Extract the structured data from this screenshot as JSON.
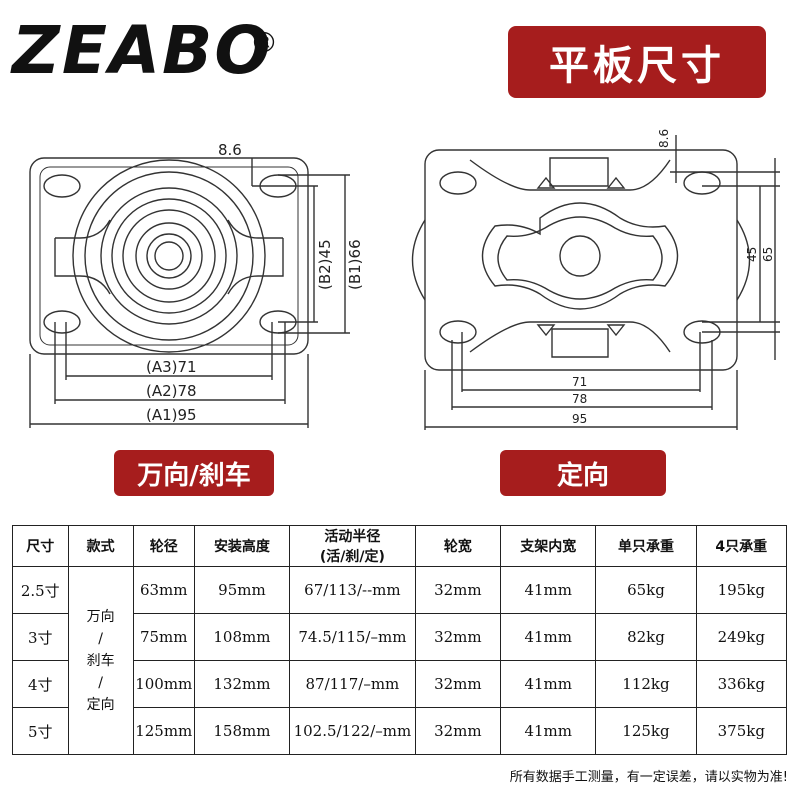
{
  "brand": {
    "name": "ZEABO",
    "registered": "®"
  },
  "titles": {
    "main": "平板尺寸",
    "swivel": "万向/刹车",
    "fixed": "定向"
  },
  "left_dims": {
    "top": "8.6",
    "b2": "(B2)45",
    "b1": "(B1)66",
    "a3": "(A3)71",
    "a2": "(A2)78",
    "a1": "(A1)95"
  },
  "right_dims": {
    "top": "8.6",
    "h45": "45",
    "h65": "65",
    "w71": "71",
    "w78": "78",
    "w95": "95"
  },
  "table": {
    "headers": [
      "尺寸",
      "款式",
      "轮径",
      "安装高度",
      "活动半径",
      "(活/刹/定)",
      "轮宽",
      "支架内宽",
      "单只承重",
      "4只承重"
    ],
    "style_lines": [
      "万向",
      "/",
      "刹车",
      "/",
      "定向"
    ],
    "rows": [
      {
        "size": "2.5寸",
        "wheel": "63mm",
        "height": "95mm",
        "radius": "67/113/--mm",
        "width": "32mm",
        "inner": "41mm",
        "single": "65kg",
        "four": "195kg"
      },
      {
        "size": "3寸",
        "wheel": "75mm",
        "height": "108mm",
        "radius": "74.5/115/–mm",
        "width": "32mm",
        "inner": "41mm",
        "single": "82kg",
        "four": "249kg"
      },
      {
        "size": "4寸",
        "wheel": "100mm",
        "height": "132mm",
        "radius": "87/117/–mm",
        "width": "32mm",
        "inner": "41mm",
        "single": "112kg",
        "four": "336kg"
      },
      {
        "size": "5寸",
        "wheel": "125mm",
        "height": "158mm",
        "radius": "102.5/122/–mm",
        "width": "32mm",
        "inner": "41mm",
        "single": "125kg",
        "four": "375kg"
      }
    ]
  },
  "note": "所有数据手工测量，有一定误差，请以实物为准!"
}
